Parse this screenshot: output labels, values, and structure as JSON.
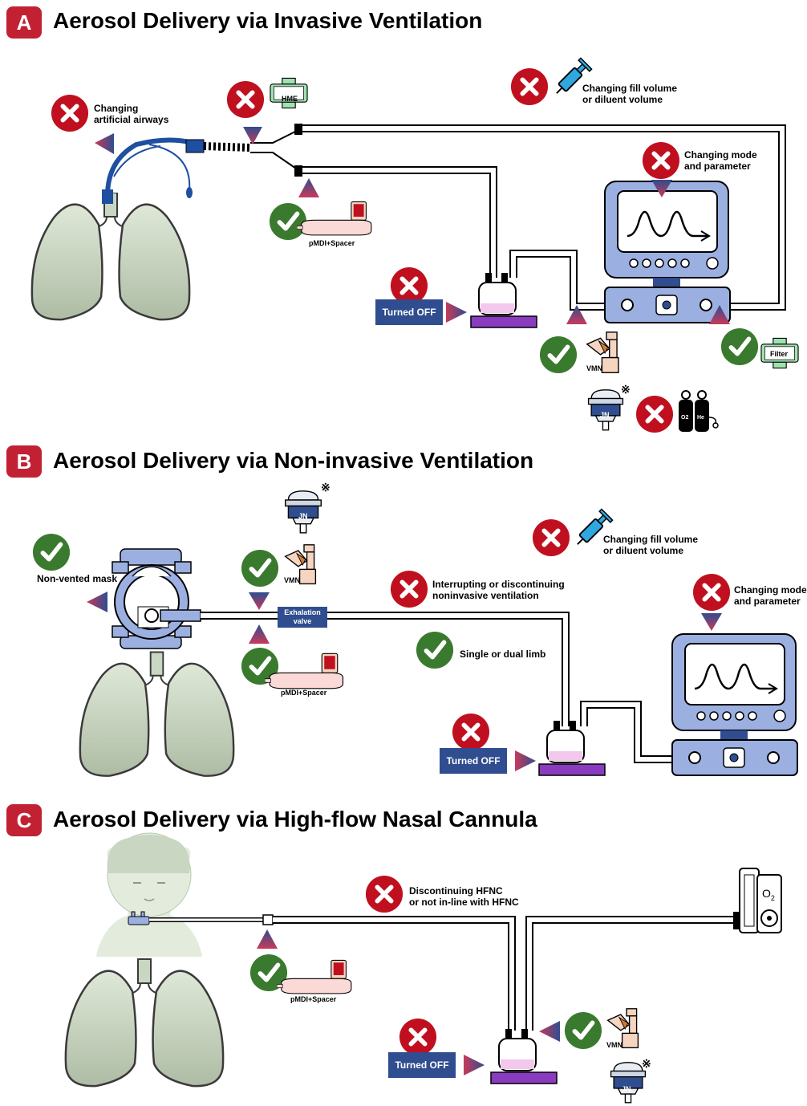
{
  "colors": {
    "badge": "#c22033",
    "cross": "#c0101f",
    "check": "#3a7a2e",
    "lung": "#c9d6c2",
    "lung_stroke": "#3a3a3a",
    "monitor": "#9bb0e0",
    "button_box": "#2f4d8f",
    "nebulizer_base": "#8a3cc0",
    "liquid": "#f3c8ec",
    "triangle_top": "#2f4d8f",
    "triangle_bottom": "#c83a5a"
  },
  "sections": {
    "a": {
      "letter": "A",
      "title": "Aerosol Delivery via Invasive Ventilation",
      "airways": [
        "Changing",
        "artificial airways"
      ],
      "hme": "HME",
      "fill": [
        "Changing fill volume",
        "or diluent volume"
      ],
      "mode": [
        "Changing mode",
        "and parameter"
      ],
      "pmdi": "pMDI+Spacer",
      "turned_off": "Turned OFF",
      "vmn": "VMN",
      "filter": "Filter",
      "jn": "JN",
      "jn_mark": "※",
      "gas_o2": "O2",
      "gas_he": "He"
    },
    "b": {
      "letter": "B",
      "title": "Aerosol Delivery via Non-invasive Ventilation",
      "mask": "Non-vented mask",
      "jn": "JN",
      "jn_mark": "※",
      "vmn": "VMN",
      "exhalation": [
        "Exhalation",
        "valve"
      ],
      "pmdi": "pMDI+Spacer",
      "fill": [
        "Changing fill volume",
        "or diluent volume"
      ],
      "interrupt": [
        "Interrupting or discontinuing",
        "noninvasive ventilation"
      ],
      "mode": [
        "Changing mode",
        "and parameter"
      ],
      "limb": "Single or dual limb",
      "turned_off": "Turned OFF"
    },
    "c": {
      "letter": "C",
      "title": "Aerosol Delivery via High-flow Nasal Cannula",
      "hfnc": [
        "Discontinuing HFNC",
        "or not in-line with HFNC"
      ],
      "o2": "O",
      "o2_sub": "2",
      "pmdi": "pMDI+Spacer",
      "turned_off": "Turned OFF",
      "vmn": "VMN",
      "jn": "JN",
      "jn_mark": "※"
    }
  }
}
